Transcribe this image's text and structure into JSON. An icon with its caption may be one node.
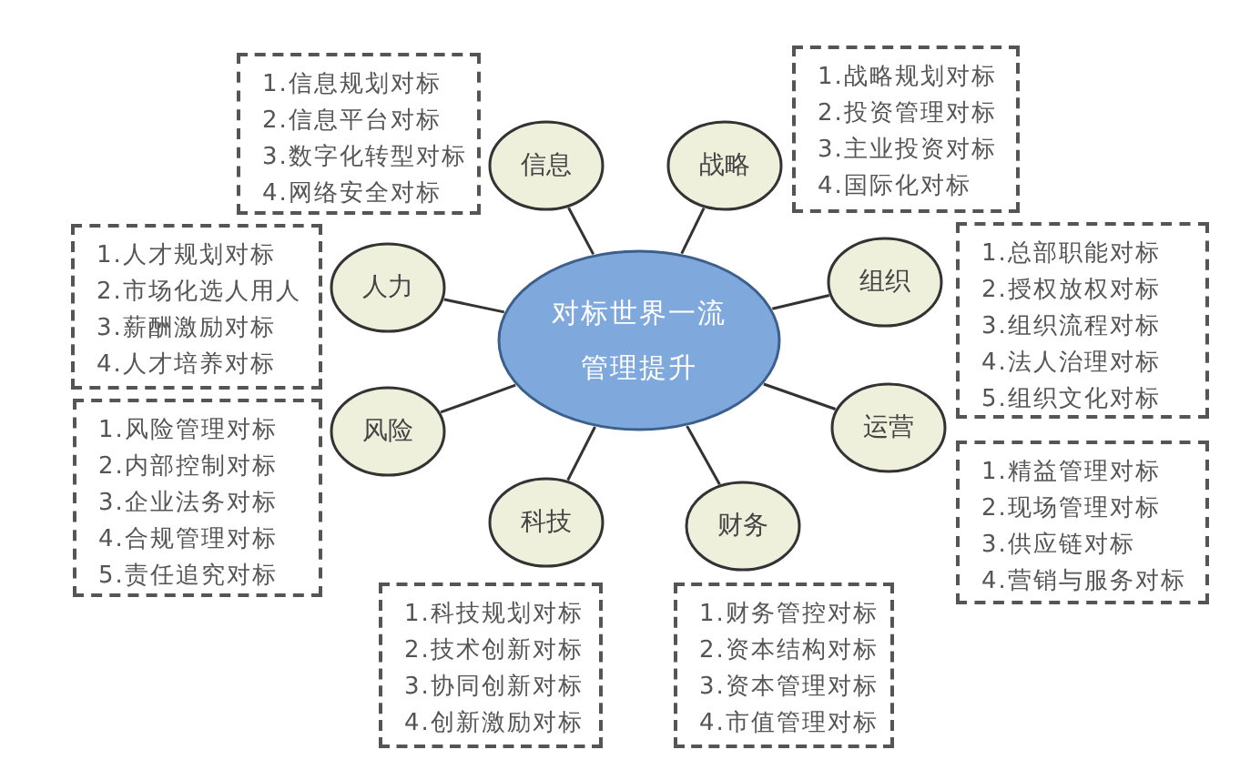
{
  "diagram": {
    "nodes": [
      {
        "text": [
          "对标世界一流管理提升"
        ]
      },
      {
        "text": [
          "信息"
        ]
      },
      {
        "text": [
          "战略"
        ]
      },
      {
        "text": [
          "人力"
        ]
      },
      {
        "text": [
          "组织"
        ]
      },
      {
        "text": [
          "风险"
        ]
      },
      {
        "text": [
          "运营"
        ]
      },
      {
        "text": [
          "科技"
        ]
      },
      {
        "text": [
          "财务"
        ]
      },
      {
        "text": [
          "1.信息规划对标",
          "2.信息平台对标",
          "3.数字化转型对标",
          "4.网络安全对标"
        ]
      },
      {
        "text": [
          "1.战略规划对标",
          "2.投资管理对标",
          "3.主业投资对标",
          "4.国际化对标"
        ]
      },
      {
        "text": [
          "1.人才规划对标",
          "2.市场化选人用人",
          "3.薪酬激励对标",
          "4.人才培养对标"
        ]
      },
      {
        "text": [
          "1.总部职能对标",
          "2.授权放权对标",
          "3.组织流程对标",
          "4.法人治理对标",
          "5.组织文化对标"
        ]
      },
      {
        "text": [
          "1.风险管理对标",
          "2.内部控制对标",
          "3.企业法务对标",
          "4.合规管理对标",
          "5.责任追究对标"
        ]
      },
      {
        "text": [
          "1.精益管理对标",
          "2.现场管理对标",
          "3.供应链对标",
          "4.营销与服务对标"
        ]
      },
      {
        "text": [
          "1.科技规划对标",
          "2.技术创新对标",
          "3.协同创新对标",
          "4.创新激励对标"
        ]
      },
      {
        "text": [
          "1.财务管控对标",
          "2.资本结构对标",
          "3.资本管理对标",
          "4.市值管理对标"
        ]
      }
    ],
    "edges": [
      {
        "from": 0,
        "to": 1,
        "arrow": "none"
      },
      {
        "from": 0,
        "to": 2,
        "arrow": "none"
      },
      {
        "from": 0,
        "to": 3,
        "arrow": "none"
      },
      {
        "from": 0,
        "to": 4,
        "arrow": "none"
      },
      {
        "from": 0,
        "to": 5,
        "arrow": "none"
      },
      {
        "from": 0,
        "to": 6,
        "arrow": "none"
      },
      {
        "from": 0,
        "to": 7,
        "arrow": "none"
      },
      {
        "from": 0,
        "to": 8,
        "arrow": "none"
      }
    ]
  }
}
